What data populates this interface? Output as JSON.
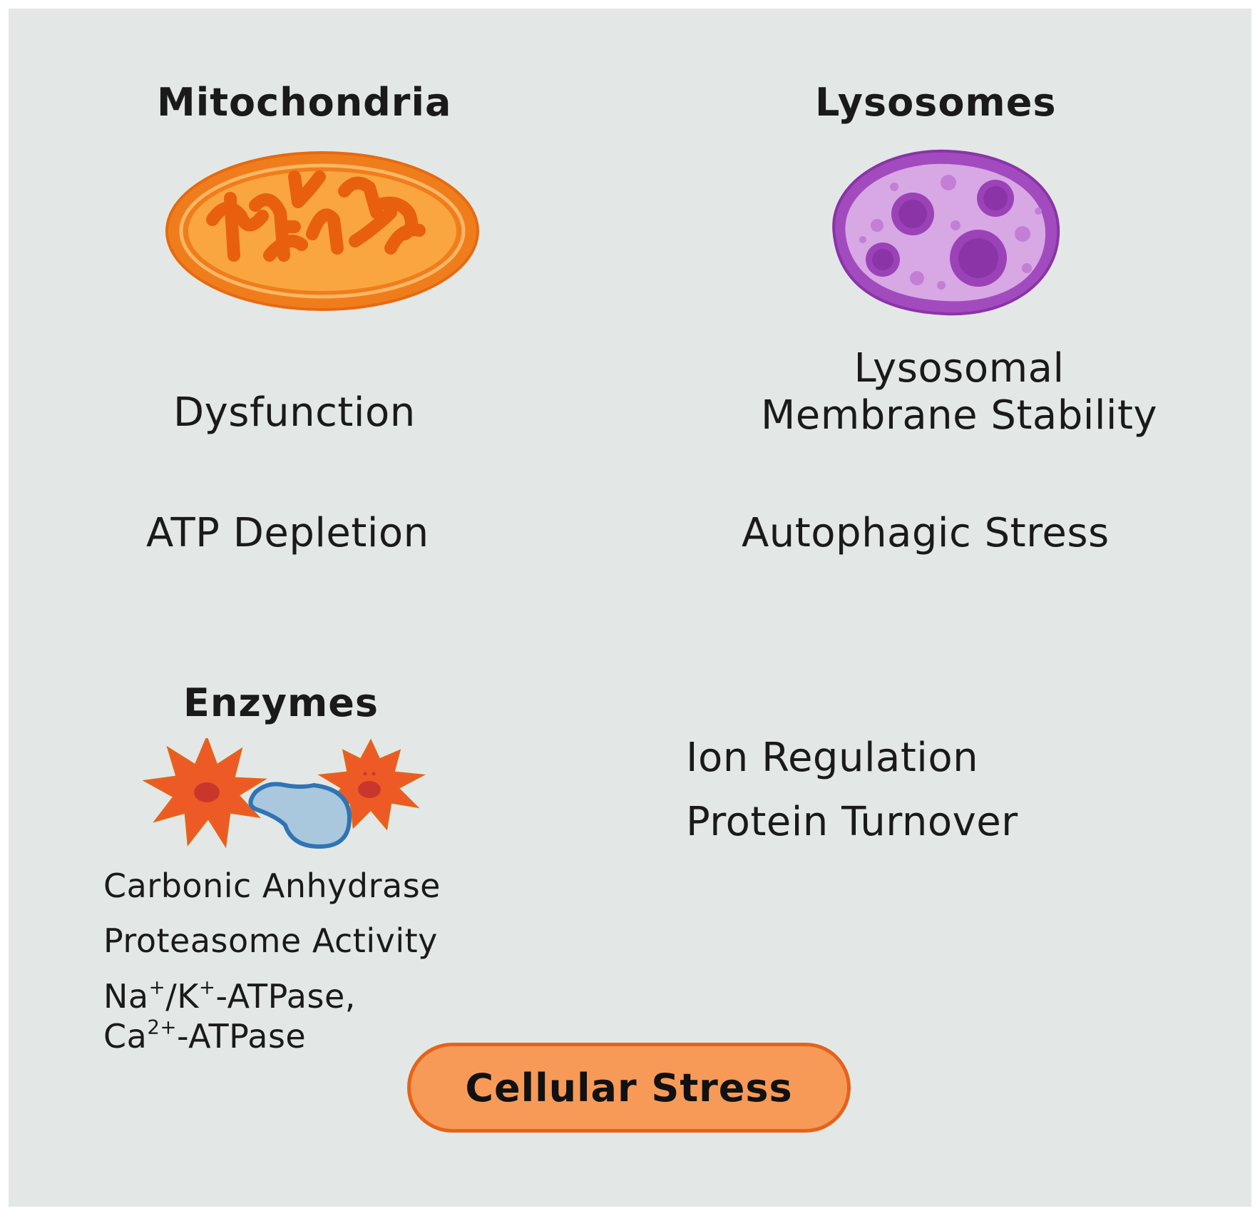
{
  "mitochondria": {
    "title": "Mitochondria",
    "items": [
      "Dysfunction",
      "ATP Depletion"
    ],
    "icon": "mitochondrion-icon",
    "color": "#f07d1c"
  },
  "lysosomes": {
    "title": "Lysosomes",
    "items": [
      "Lysosomal",
      "Membrane Stability",
      "Autophagic Stress"
    ],
    "icon": "lysosome-icon",
    "color": "#a24bbf"
  },
  "enzymes": {
    "title": "Enzymes",
    "icon": "enzyme-substrate-icon",
    "items": [
      "Carbonic Anhydrase",
      "Proteasome Activity"
    ],
    "atpase_line1": {
      "a": "Na",
      "a_sup": "+",
      "b": "/K",
      "b_sup": "+",
      "c": "-ATPase,"
    },
    "atpase_line2": {
      "a": "Ca",
      "a_sup": "2+",
      "b": "-ATPase"
    }
  },
  "processes": [
    "Ion Regulation",
    "Protein Turnover"
  ],
  "center": {
    "label": "Cellular Stress",
    "fill": "#f79a57",
    "border": "#e4631a"
  }
}
